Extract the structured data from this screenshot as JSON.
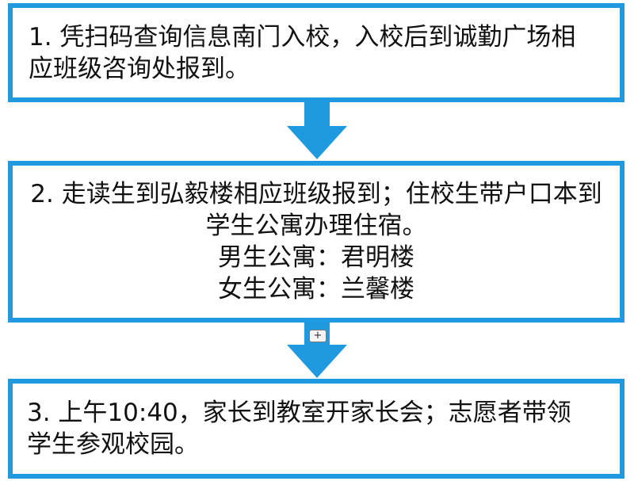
{
  "steps": [
    {
      "lines": [
        "1. 凭扫码查询信息南门入校，入校后到诚勤广场相",
        "应班级咨询处报到。"
      ]
    },
    {
      "lines": [
        "2. 走读生到弘毅楼相应班级报到；住校生带户口本到",
        "学生公寓办理住宿。",
        "男生公寓：君明楼",
        "女生公寓：兰馨楼"
      ]
    },
    {
      "lines": [
        "3. 上午10:40，家长到教室开家长会；志愿者带领",
        "学生参观校园。"
      ]
    }
  ],
  "connector": {
    "add_label": "+"
  },
  "colors": {
    "accent": "#1f9ae0",
    "text": "#111111",
    "background": "#ffffff"
  }
}
